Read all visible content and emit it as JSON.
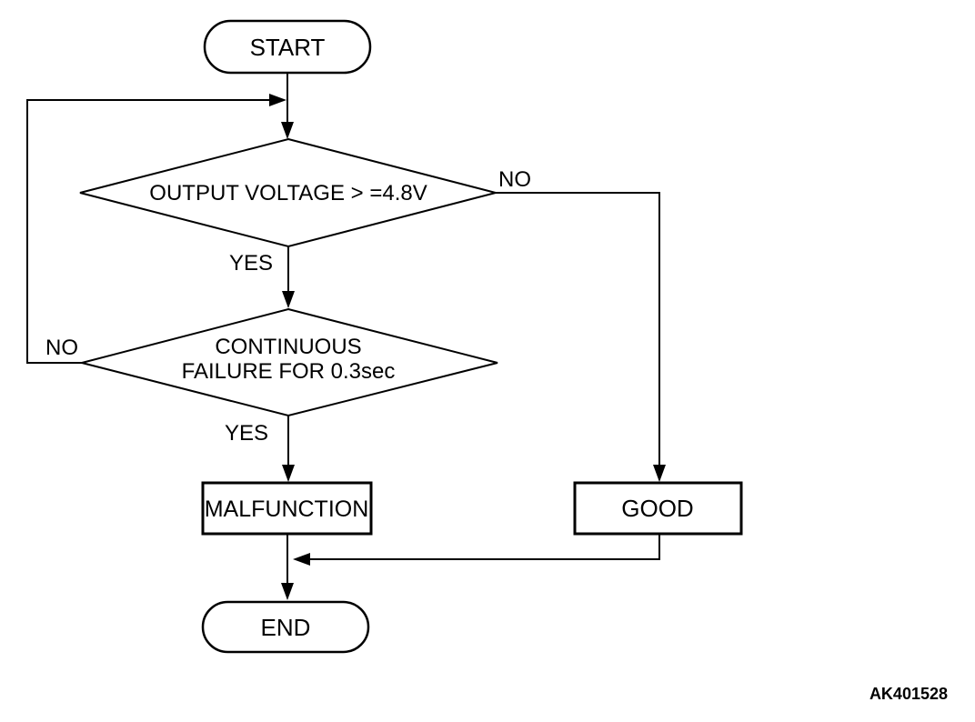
{
  "figure": {
    "code": "AK401528",
    "background_color": "#ffffff",
    "line_color": "#000000",
    "nodes": {
      "start": {
        "type": "terminator",
        "label": "START"
      },
      "decision_output_voltage": {
        "type": "decision",
        "label": "OUTPUT VOLTAGE > =4.8V"
      },
      "decision_continuous_failure": {
        "type": "decision",
        "lines": [
          "CONTINUOUS",
          "FAILURE FOR 0.3sec"
        ]
      },
      "malfunction": {
        "type": "process",
        "label": "MALFUNCTION"
      },
      "good": {
        "type": "process",
        "label": "GOOD"
      },
      "end": {
        "type": "terminator",
        "label": "END"
      }
    },
    "edge_labels": {
      "decision1_no": "NO",
      "decision1_yes": "YES",
      "decision2_no": "NO",
      "decision2_yes": "YES"
    }
  }
}
